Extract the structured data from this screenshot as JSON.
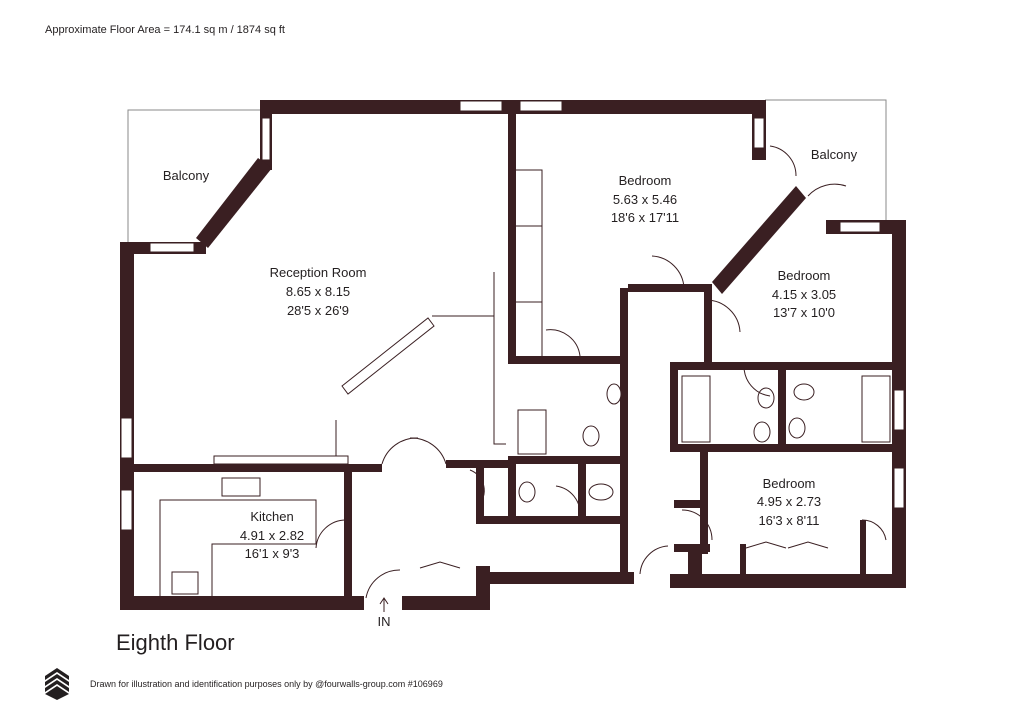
{
  "header": {
    "floor_area": "Approximate Floor Area = 174.1 sq m / 1874 sq ft"
  },
  "rooms": [
    {
      "id": "reception",
      "name": "Reception Room",
      "metric": "8.65 x 8.15",
      "imperial": "28'5 x 26'9"
    },
    {
      "id": "bedroom1",
      "name": "Bedroom",
      "metric": "5.63 x 5.46",
      "imperial": "18'6 x 17'11"
    },
    {
      "id": "bedroom2",
      "name": "Bedroom",
      "metric": "4.15 x 3.05",
      "imperial": "13'7 x 10'0"
    },
    {
      "id": "bedroom3",
      "name": "Bedroom",
      "metric": "4.95 x 2.73",
      "imperial": "16'3 x 8'11"
    },
    {
      "id": "kitchen",
      "name": "Kitchen",
      "metric": "4.91 x 2.82",
      "imperial": "16'1 x 9'3"
    }
  ],
  "balconies": [
    "Balcony",
    "Balcony"
  ],
  "entrance": "IN",
  "footer": {
    "floor_name": "Eighth Floor",
    "credit": "Drawn for illustration and identification purposes only by @fourwalls-group.com #106969"
  },
  "colors": {
    "wall": "#3a1f22",
    "text": "#231f20"
  }
}
